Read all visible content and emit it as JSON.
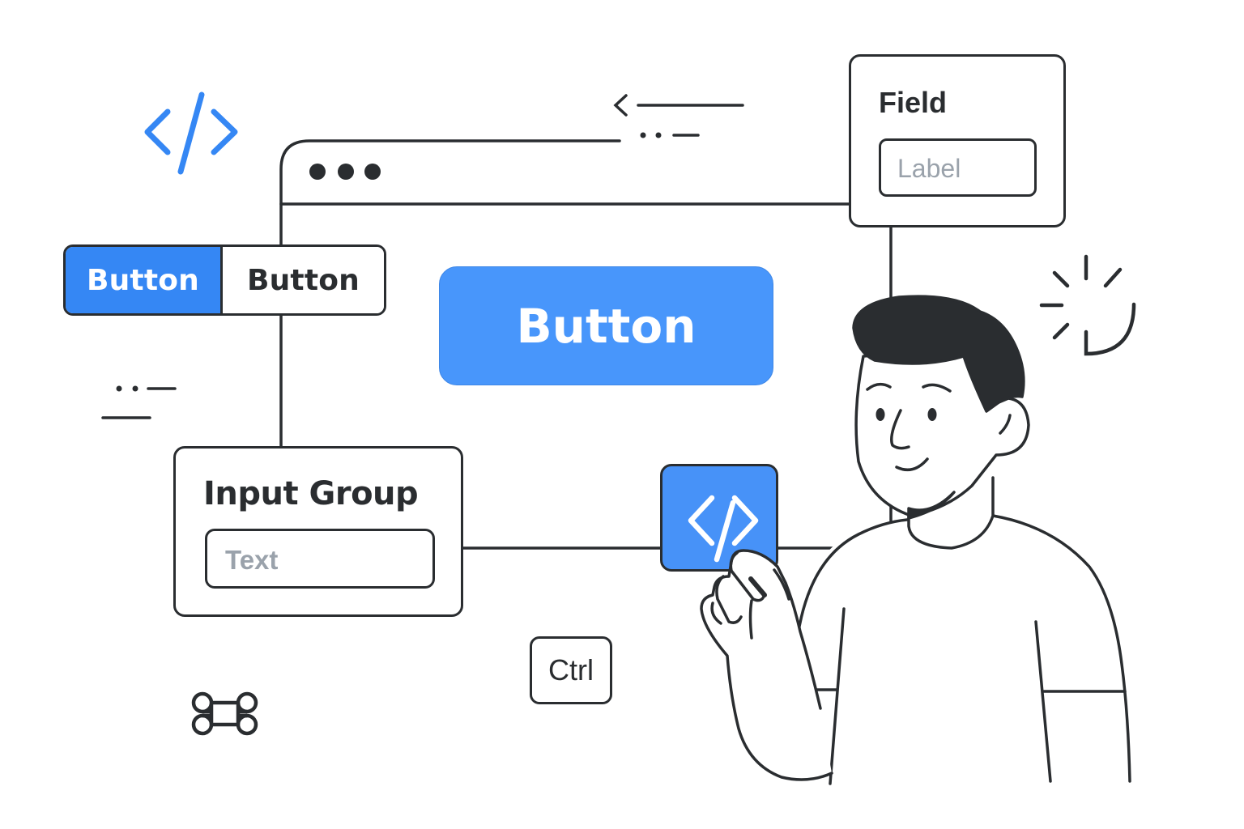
{
  "scene": {
    "description": "UI components illustration with person holding code chip"
  },
  "browser_window": {
    "traffic_dots": 3
  },
  "segmented_control": {
    "buttons": [
      {
        "label": "Button",
        "state": "active"
      },
      {
        "label": "Button",
        "state": "inactive"
      }
    ]
  },
  "primary_button": {
    "label": "Button"
  },
  "field_card": {
    "title": "Field",
    "input_placeholder": "Label"
  },
  "input_group_card": {
    "title": "Input Group",
    "input_placeholder": "Text"
  },
  "keyboard_key": {
    "label": "Ctrl"
  },
  "icons": {
    "top_left": "code-brackets-icon",
    "bottom_left": "command-key-icon",
    "top_right": "loading-spinner-icon",
    "chip": "code-brackets-icon",
    "back_arrow": "chevron-left-icon"
  },
  "colors": {
    "accent_blue": "#3587f4",
    "primary_blue": "#4896fb",
    "ink": "#2a2d30",
    "placeholder_gray": "#9aa2ab"
  }
}
